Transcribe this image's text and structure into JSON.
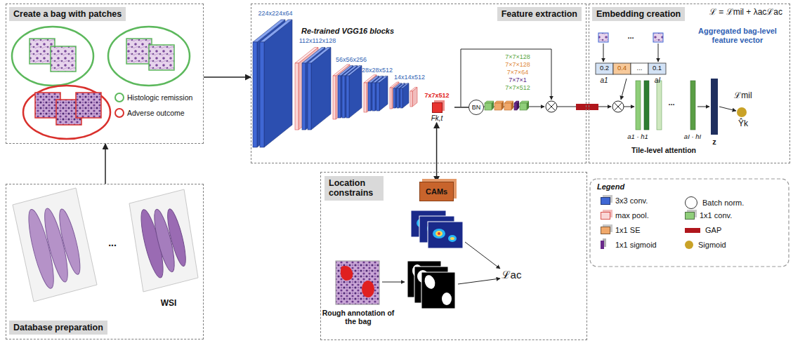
{
  "diagram": {
    "nodes": [
      {
        "text": [
          "Create a bag with patches"
        ]
      },
      {
        "text": [
          "Database preparation"
        ]
      },
      {
        "text": [
          "Feature extraction"
        ]
      },
      {
        "text": [
          "7x7x512",
          "Fk,t"
        ],
        "in": 2
      },
      {
        "text": [
          "BN"
        ],
        "in": 2
      },
      {
        "text": [
          "Embedding creation"
        ]
      },
      {
        "text": [
          "Location constrains"
        ]
      },
      {
        "text": [
          "CAMs"
        ],
        "in": 6
      }
    ],
    "edges": [
      {
        "from": 1,
        "to": 0,
        "arrow": "to"
      },
      {
        "from": 0,
        "to": 2,
        "arrow": "to"
      },
      {
        "from": 3,
        "to": 4,
        "arrow": "none"
      },
      {
        "from": 3,
        "to": 7,
        "arrow": "both"
      }
    ],
    "labels": [
      "Histologic remission",
      "Adverse outcome",
      "...",
      "WSI",
      "224x224x64",
      "Re-trained VGG16 blocks",
      "112x112x128",
      "56x56x256",
      "28x28x512",
      "14x14x512",
      "7×7×128",
      "7×7×128",
      "7×7×64",
      "7×7×1",
      "7×7×512",
      "ℒ = ℒmil + λacℒac",
      "...",
      "0.2",
      "0.4",
      "...",
      "0.1",
      "a1",
      "aI",
      "Aggregated bag-level feature vector",
      "a1 · h1",
      "...",
      "aI · hI",
      "Tile-level attention",
      "z",
      "ℒmil",
      "Ŷk",
      "Rough annotation of the bag",
      "ℒac",
      "Legend",
      "BN"
    ],
    "legend": [
      {
        "text": "3x3 conv.",
        "color": "#3f67d4"
      },
      {
        "text": "Batch norm."
      },
      {
        "text": "max pool.",
        "color": "#f9d6d6"
      },
      {
        "text": "1x1 conv.",
        "color": "#8fce7a"
      },
      {
        "text": "1x1 SE",
        "color": "#f0a86a"
      },
      {
        "text": "GAP",
        "color": "#b0161c"
      },
      {
        "text": "1x1 sigmoid",
        "color": "#6a2a8a"
      },
      {
        "text": "Sigmoid",
        "color": "#c9a227"
      }
    ]
  }
}
